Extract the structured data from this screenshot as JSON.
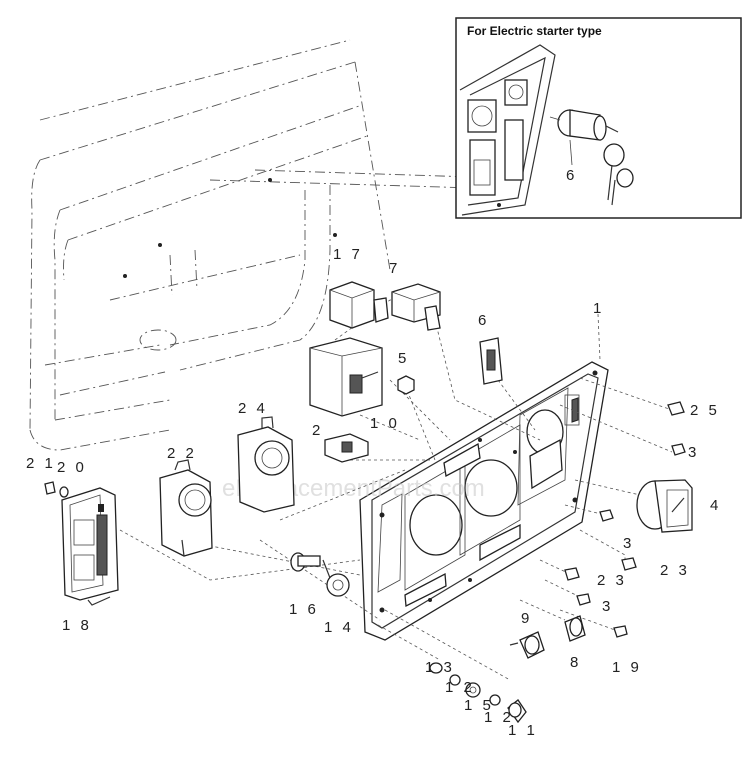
{
  "inset": {
    "title": "For Electric starter type",
    "part_label": "6"
  },
  "watermark": "eReplacementParts.com",
  "callouts": {
    "c1": "1",
    "c25": "2 5",
    "c3a": "3",
    "c4": "4",
    "c3b": "3",
    "c23a": "2 3",
    "c23b": "2 3",
    "c3c": "3",
    "c8": "8",
    "c19": "1 9",
    "c9": "9",
    "c13": "1 3",
    "c12a": "1 2",
    "c15": "1 5",
    "c12b": "1 2",
    "c11": "1 1",
    "c16": "1 6",
    "c14": "1 4",
    "c18": "1 8",
    "c21": "2 1",
    "c20": "2 0",
    "c22": "2 2",
    "c24": "2 4",
    "c2": "2",
    "c10": "1 0",
    "c5": "5",
    "c17": "1 7",
    "c7": "7",
    "c6": "6"
  }
}
